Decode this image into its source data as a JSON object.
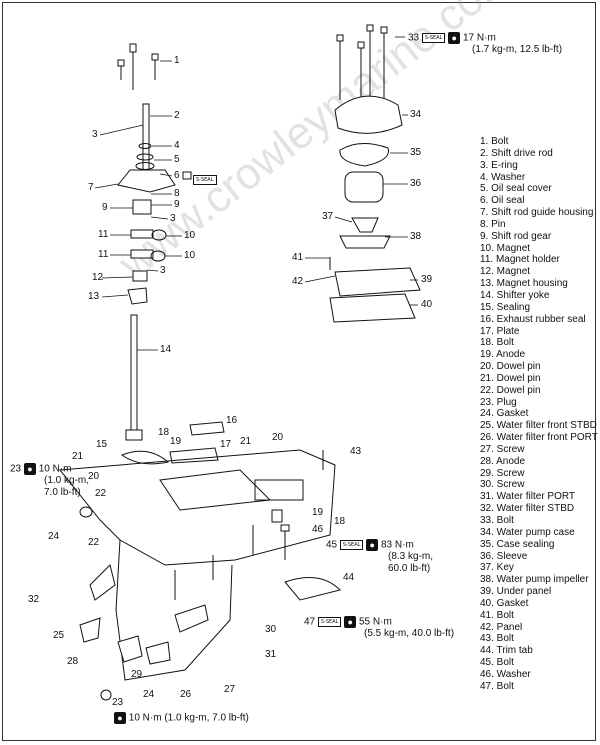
{
  "watermark": "www.crowleymarine.com",
  "icons": {
    "torque": "wrench-torque-icon",
    "sealant": "sealant-tube-icon"
  },
  "legend": [
    "1. Bolt",
    "2. Shift drive rod",
    "3. E-ring",
    "4. Washer",
    "5. Oil seal cover",
    "6. Oil seal",
    "7. Shift rod guide housing",
    "8. Pin",
    "9. Shift rod gear",
    "10. Magnet",
    "11. Magnet holder",
    "12. Magnet",
    "13. Magnet housing",
    "14. Shifter yoke",
    "15. Sealing",
    "16. Exhaust rubber seal",
    "17. Plate",
    "18. Bolt",
    "19. Anode",
    "20. Dowel pin",
    "21. Dowel pin",
    "22. Dowel pin",
    "23. Plug",
    "24. Gasket",
    "25. Water filter  front STBD",
    "26. Water filter  front PORT",
    "27. Screw",
    "28. Anode",
    "29. Screw",
    "30. Screw",
    "31. Water filter PORT",
    "32. Water filter STBD",
    "33. Bolt",
    "34. Water pump case",
    "35. Case sealing",
    "36. Sleeve",
    "37. Key",
    "38. Water pump impeller",
    "39. Under panel",
    "40. Gasket",
    "41. Bolt",
    "42. Panel",
    "43. Bolt",
    "44. Trim tab",
    "45. Bolt",
    "46. Washer",
    "47. Bolt"
  ],
  "torque_33": {
    "num": "33",
    "line1": "17 N·m",
    "line2": "(1.7 kg-m, 12.5 lb-ft)"
  },
  "torque_23": {
    "num": "23",
    "line1": "10 N·m",
    "line2": "(1.0 kg-m,",
    "line3": "7.0 lb-ft)"
  },
  "torque_45": {
    "num": "45",
    "line1": "83 N·m",
    "line2": "(8.3 kg-m,",
    "line3": "60.0 lb-ft)"
  },
  "torque_47": {
    "num": "47",
    "line1": "55 N·m",
    "line2": "(5.5 kg-m, 40.0 lb-ft)"
  },
  "torque_bottom": {
    "text": "10 N·m (1.0 kg-m, 7.0 lb-ft)"
  },
  "seal_label": "S-SEAL",
  "callouts": {
    "n1": "1",
    "n2": "2",
    "n3": "3",
    "n4": "4",
    "n5": "5",
    "n6": "6",
    "n7": "7",
    "n8": "8",
    "n9a": "9",
    "n9b": "9",
    "n3b": "3",
    "n11a": "11",
    "n10a": "10",
    "n11b": "11",
    "n10b": "10",
    "n12": "12",
    "n3c": "3",
    "n13": "13",
    "n14": "14",
    "n34": "34",
    "n35": "35",
    "n36": "36",
    "n37": "37",
    "n38": "38",
    "n41": "41",
    "n42": "42",
    "n39": "39",
    "n40": "40",
    "n16": "16",
    "n18a": "18",
    "n15": "15",
    "n19a": "19",
    "n17": "17",
    "n21a": "21",
    "n20a": "20",
    "n21b": "21",
    "n43": "43",
    "n20b": "20",
    "n22a": "22",
    "n24a": "24",
    "n22b": "22",
    "n19b": "19",
    "n18b": "18",
    "n46": "46",
    "n44": "44",
    "n32": "32",
    "n25": "25",
    "n30": "30",
    "n31": "31",
    "n28": "28",
    "n29": "29",
    "n24b": "24",
    "n26": "26",
    "n27": "27",
    "n23b": "23"
  }
}
